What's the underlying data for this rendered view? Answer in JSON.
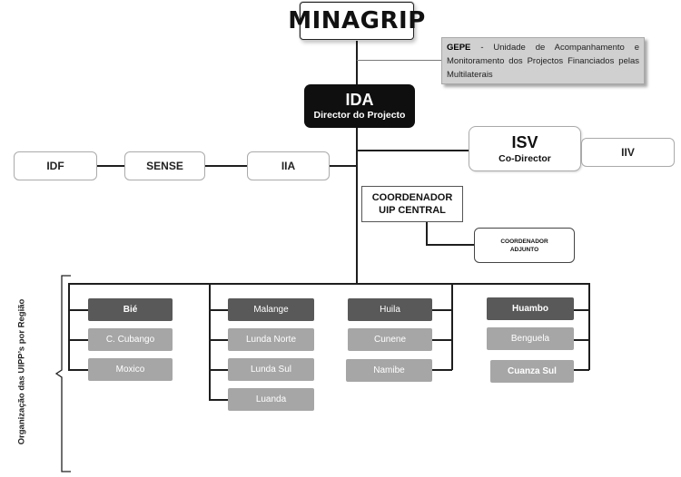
{
  "top": {
    "title": "MINAGRIP"
  },
  "gepe": {
    "abbr": "GEPE",
    "text": " - Unidade de Acompanhamento e Monitoramento dos Projectos Financiados pelas Multilaterais"
  },
  "ida": {
    "name": "IDA",
    "role": "Director do Projecto"
  },
  "isv": {
    "name": "ISV",
    "role": "Co-Director"
  },
  "iiv": {
    "name": "IIV"
  },
  "left_chain": [
    "IDF",
    "SENSE",
    "IIA"
  ],
  "coordinator": {
    "line1": "COORDENADOR",
    "line2": "UIP CENTRAL"
  },
  "deputy": {
    "line1": "COORDENADOR",
    "line2": "ADJUNTO"
  },
  "region_label": "Organização das UIPP’s por Região",
  "regions": [
    [
      "Bié",
      "C. Cubango",
      "Moxico"
    ],
    [
      "Malange",
      "Lunda Norte",
      "Lunda Sul",
      "Luanda"
    ],
    [
      "Huila",
      "Cunene",
      "Namibe"
    ],
    [
      "Huambo",
      "Benguela",
      "Cuanza Sul"
    ]
  ]
}
